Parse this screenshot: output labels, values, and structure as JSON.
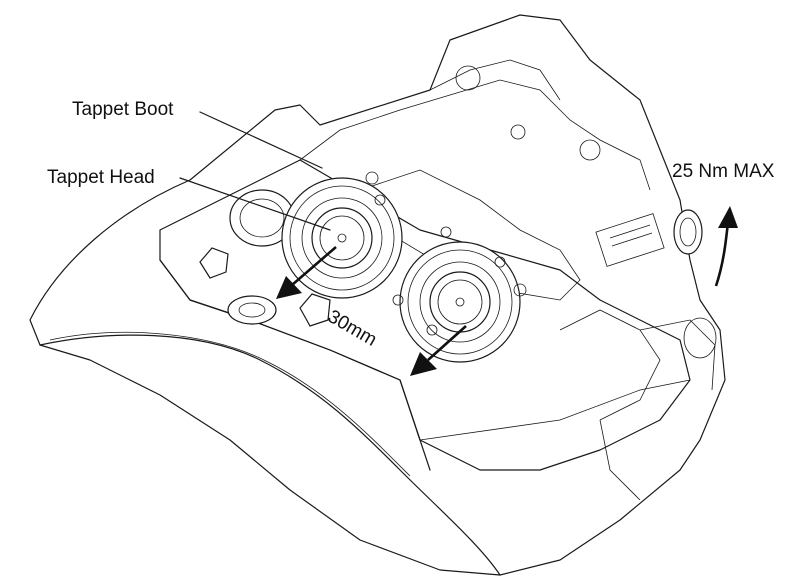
{
  "labels": {
    "tappet_boot": "Tappet Boot",
    "tappet_head": "Tappet Head",
    "torque": "25 Nm MAX",
    "distance": "30mm"
  },
  "colors": {
    "line": "#1a1a1a",
    "background": "#ffffff"
  }
}
